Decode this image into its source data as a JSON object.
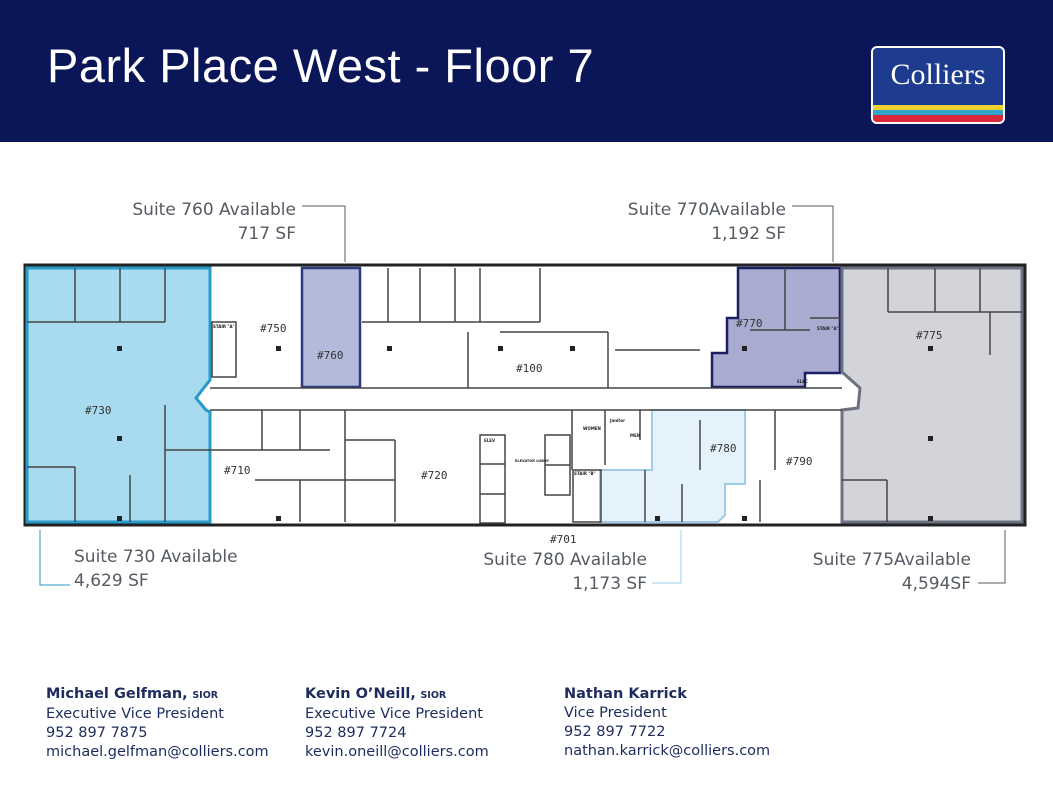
{
  "header": {
    "title": "Park Place West - Floor 7",
    "logo_text": "Colliers",
    "logo_colors": {
      "background": "#1e3c8f",
      "stripes": [
        "#f2d22e",
        "#2fa6c9",
        "#d8283a"
      ]
    },
    "background_color": "#0b1658"
  },
  "floorplan": {
    "rooms": [
      "#730",
      "#750",
      "#760",
      "#100",
      "#770",
      "#775",
      "#710",
      "#720",
      "#780",
      "#790",
      "#701"
    ],
    "small_labels": {
      "stair_a": "STAIR \"A\"",
      "stair_b": "STAIR \"B\"",
      "elec": "ELEC",
      "elev": "ELEV",
      "lobby": "ELEVATOR LOBBY",
      "women": "WOMEN",
      "men": "MEN",
      "janitor": "Janitor"
    },
    "suite_colors": {
      "730": "#a8daf0",
      "760": "#b3bbdc",
      "770": "#a9abd0",
      "775": "#d3d4d9",
      "780": "#e4f2fc"
    }
  },
  "callouts": [
    {
      "suite": "Suite 760 Available",
      "size": "717 SF"
    },
    {
      "suite": "Suite 770Available",
      "size": "1,192 SF"
    },
    {
      "suite": "Suite 730 Available",
      "size": "4,629 SF"
    },
    {
      "suite": "Suite 780 Available",
      "size": "1,173 SF"
    },
    {
      "suite": "Suite 775Available",
      "size": "4,594SF"
    }
  ],
  "contacts": [
    {
      "name": "Michael Gelfman,",
      "credential": "SIOR",
      "title": "Executive Vice President",
      "phone": "952 897 7875",
      "email": "michael.gelfman@colliers.com"
    },
    {
      "name": "Kevin O’Neill,",
      "credential": "SIOR",
      "title": "Executive Vice President",
      "phone": "952 897 7724",
      "email": "kevin.oneill@colliers.com"
    },
    {
      "name": "Nathan Karrick",
      "credential": "",
      "title": "Vice President",
      "phone": "952 897 7722",
      "email": "nathan.karrick@colliers.com"
    }
  ]
}
